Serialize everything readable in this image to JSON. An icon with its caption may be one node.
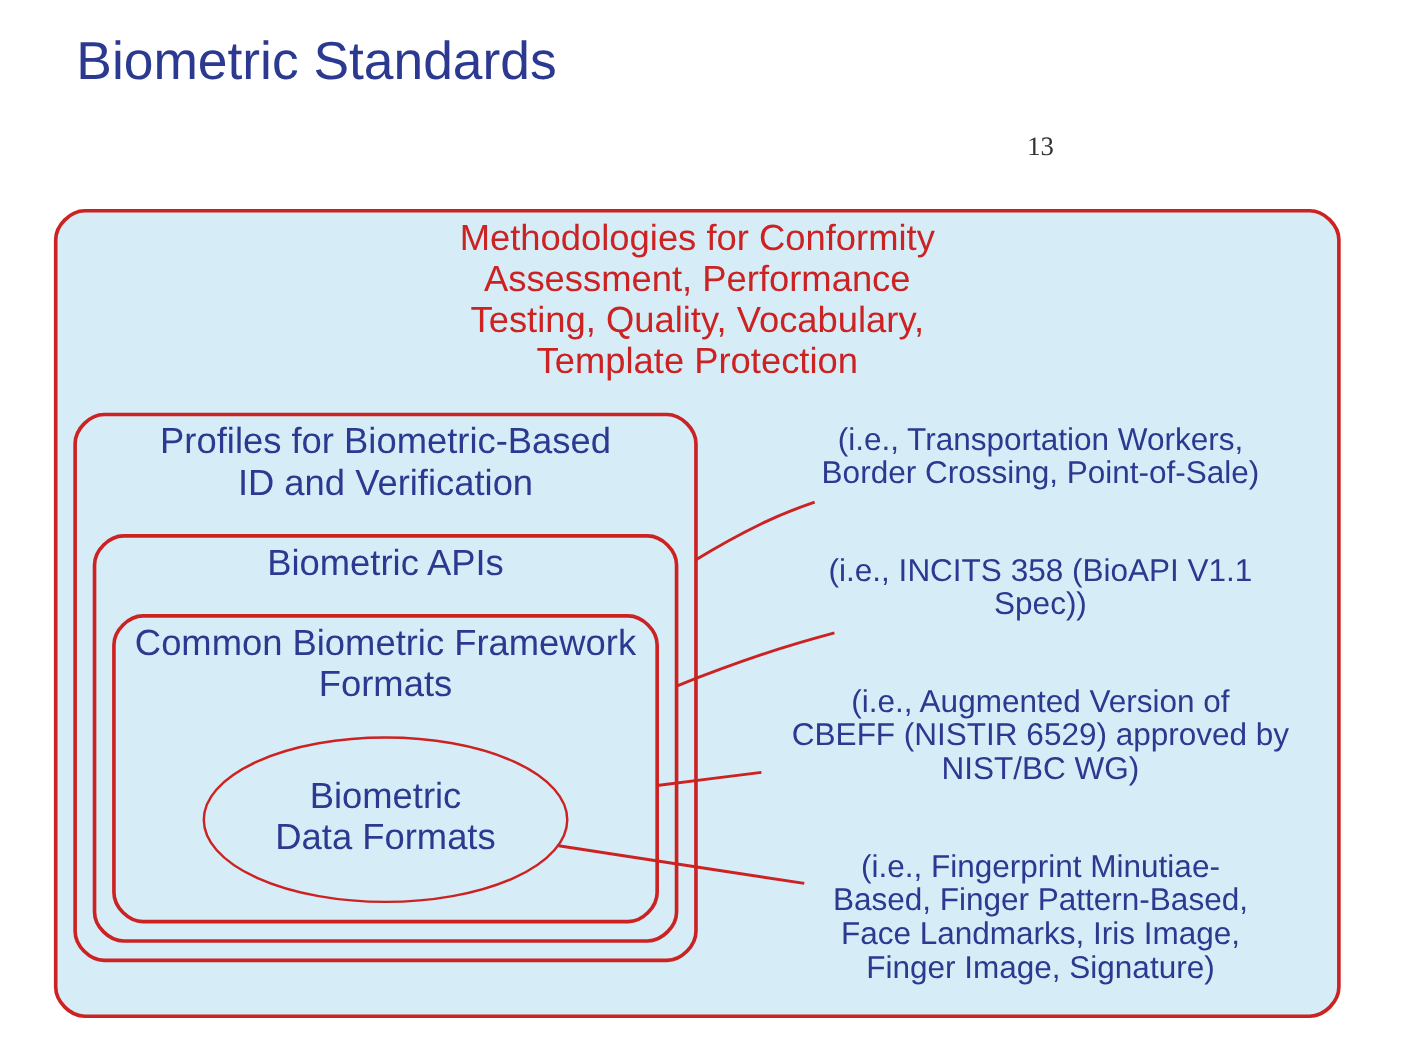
{
  "diagram": {
    "title": "Biometric Standards",
    "nodes": [
      {
        "text": [
          "Methodologies for Conformity Assessment, Performance Testing, Quality, Vocabulary, Template Protection"
        ]
      },
      {
        "text": [
          "Profiles for Biometric-Based ID and Verification"
        ],
        "in": 0
      },
      {
        "text": [
          "Biometric APIs"
        ],
        "in": 1
      },
      {
        "text": [
          "Common Biometric Framework Formats"
        ],
        "in": 2
      },
      {
        "text": [
          "Biometric Data Formats"
        ],
        "in": 3
      },
      {
        "text": [
          "(i.e., Transportation Workers, Border Crossing, Point-of-Sale)"
        ],
        "in": 0
      },
      {
        "text": [
          "(i.e., INCITS 358 (BioAPI V1.1 Spec))"
        ],
        "in": 0
      },
      {
        "text": [
          "(i.e., Augmented Version of CBEFF (NISTIR 6529) approved by NIST/BC WG)"
        ],
        "in": 0
      },
      {
        "text": [
          "(i.e., Fingerprint Minutiae-Based, Finger Pattern-Based, Face Landmarks, Iris Image, Finger Image, Signature)"
        ],
        "in": 0
      }
    ],
    "edges": [
      {
        "from": 5,
        "to": 1,
        "arrow": "none"
      },
      {
        "from": 6,
        "to": 2,
        "arrow": "none"
      },
      {
        "from": 7,
        "to": 3,
        "arrow": "none"
      },
      {
        "from": 8,
        "to": 4,
        "arrow": "none"
      }
    ],
    "labels": [
      "13"
    ]
  }
}
